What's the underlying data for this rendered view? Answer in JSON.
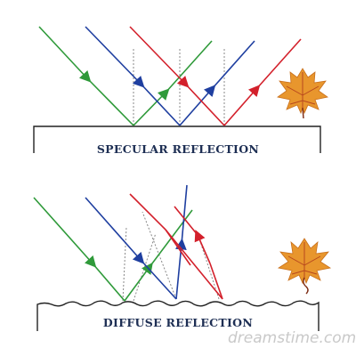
{
  "specular": {
    "caption": "SPECULAR REFLECTION",
    "colors": {
      "green": "#2f9a3a",
      "blue": "#1f3fa0",
      "red": "#d3202b"
    }
  },
  "diffuse": {
    "caption": "DIFFUSE REFLECTION",
    "colors": {
      "green": "#2f9a3a",
      "blue": "#1f3fa0",
      "red": "#d3202b"
    }
  },
  "leaf": {
    "fill": "#e8962d",
    "vein": "#b8481e",
    "stem": "#7d2a12"
  },
  "watermark": "dreamstime.com"
}
